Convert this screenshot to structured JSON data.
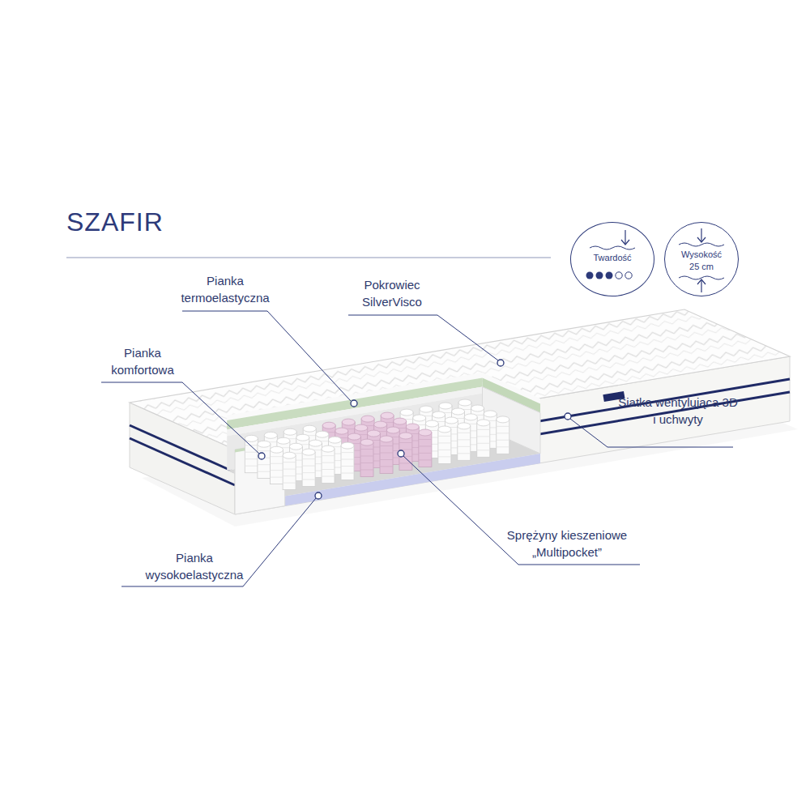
{
  "diagram": {
    "title": "SZAFIR",
    "nodes": [
      {
        "text": [
          "Twardość"
        ]
      },
      {
        "text": [
          "Wysokość 25 cm"
        ]
      }
    ],
    "labels": [
      "Pianka termoelastyczna",
      "Pokrowiec SilverVisco",
      "Pianka komfortowa",
      "Siatka wentylująca 3D i uchwyty",
      "Sprężyny kieszeniowe „Multipocket”",
      "Pianka wysokoelastyczna"
    ]
  }
}
